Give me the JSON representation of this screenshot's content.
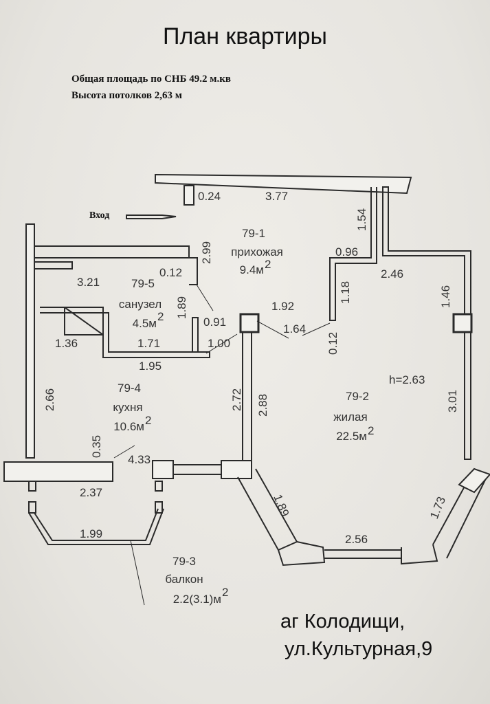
{
  "title": "План квартиры",
  "info": {
    "area": "Общая площадь по СНБ 49.2 м.кв",
    "ceiling": "Высота потолков 2,63 м"
  },
  "entrance": "Вход",
  "address": {
    "line1": "аг Колодищи,",
    "line2": "ул.Культурная,9"
  },
  "ceiling_marker": "h=2.63",
  "rooms": [
    {
      "id": "79-1",
      "name": "прихожая",
      "area": "9.4м",
      "sup": "2"
    },
    {
      "id": "79-2",
      "name": "жилая",
      "area": "22.5м",
      "sup": "2"
    },
    {
      "id": "79-3",
      "name": "балкон",
      "area": "2.2(3.1)м",
      "sup": "2"
    },
    {
      "id": "79-4",
      "name": "кухня",
      "area": "10.6м",
      "sup": "2"
    },
    {
      "id": "79-5",
      "name": "санузел",
      "area": "4.5м",
      "sup": "2"
    }
  ],
  "dimensions": [
    "0.24",
    "3.77",
    "1.54",
    "2.99",
    "0.96",
    "2.46",
    "1.18",
    "1.46",
    "0.12",
    "3.21",
    "1.89",
    "1.92",
    "0.91",
    "1.64",
    "0.12",
    "1.36",
    "1.71",
    "1.00",
    "1.95",
    "2.66",
    "2.72",
    "2.88",
    "3.01",
    "0.35",
    "4.33",
    "2.37",
    "1.89",
    "1.73",
    "1.99",
    "2.56"
  ]
}
